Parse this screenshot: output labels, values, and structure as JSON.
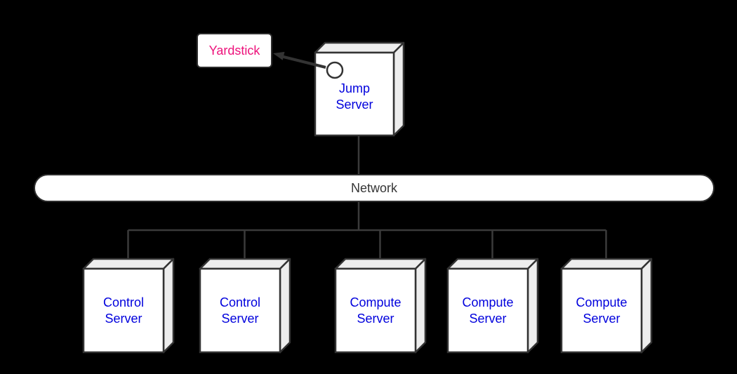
{
  "diagram": {
    "nodes": {
      "yardstick": {
        "label": "Yardstick"
      },
      "jump_server": {
        "label": "Jump\nServer"
      },
      "network": {
        "label": "Network"
      },
      "servers": [
        {
          "label": "Control\nServer"
        },
        {
          "label": "Control\nServer"
        },
        {
          "label": "Compute\nServer"
        },
        {
          "label": "Compute\nServer"
        },
        {
          "label": "Compute\nServer"
        }
      ]
    },
    "icons": {
      "port_circle": "port-circle",
      "arrow": "arrow-to-yardstick"
    },
    "colors": {
      "background": "#000000",
      "node_front_fill": "#ffffff",
      "node_side_fill": "#ededed",
      "node_outline": "#333333",
      "connector": "#3a3a3a",
      "server_text": "#0000dd",
      "yardstick_text": "#ed127b",
      "network_text": "#363636"
    }
  }
}
